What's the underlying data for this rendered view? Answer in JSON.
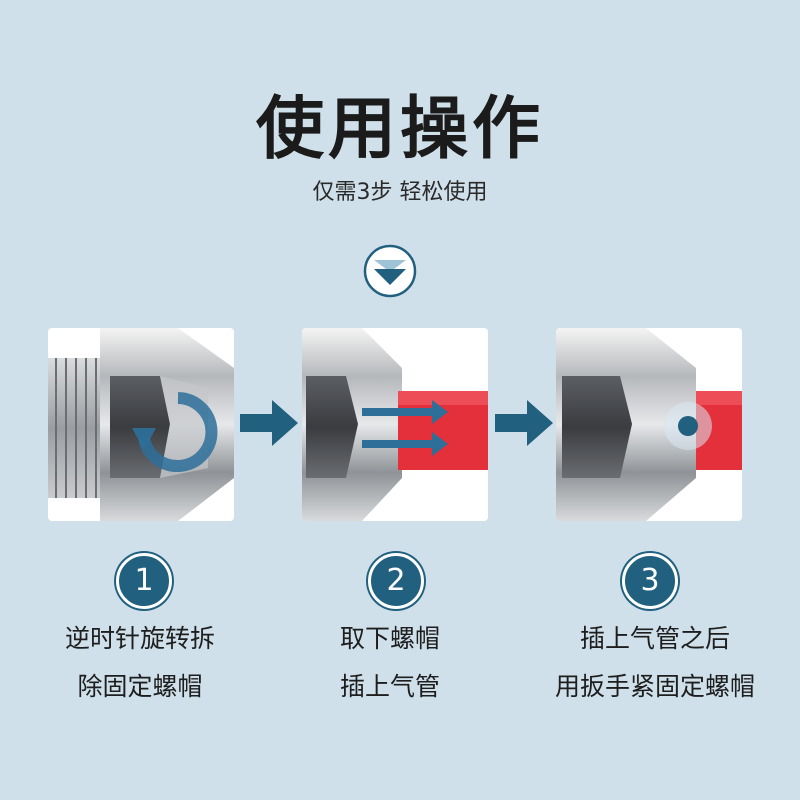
{
  "header": {
    "title": "使用操作",
    "subtitle": "仅需3步 轻松使用"
  },
  "colors": {
    "background": "#cfe0ea",
    "accent": "#22607f",
    "hose": "#e3303a"
  },
  "icons": {
    "badge": "double-chevron-down-icon",
    "flow": "right-arrow-icon",
    "step1_overlay": "counterclockwise-rotate-arrow-icon",
    "step2_overlay": "insert-arrows-icon",
    "step3_overlay": "tighten-point-icon"
  },
  "steps": [
    {
      "number": "1",
      "line1": "逆时针旋转拆",
      "line2": "除固定螺帽"
    },
    {
      "number": "2",
      "line1": "取下螺帽",
      "line2": "插上气管"
    },
    {
      "number": "3",
      "line1": "插上气管之后",
      "line2": "用扳手紧固定螺帽"
    }
  ]
}
